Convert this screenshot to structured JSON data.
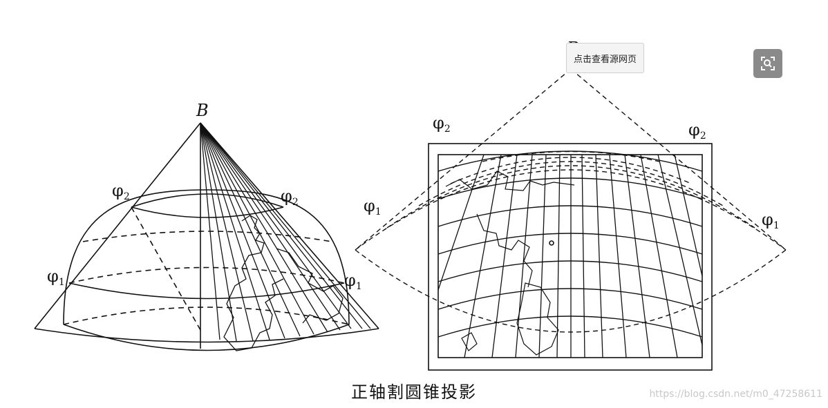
{
  "caption": "正轴割圆锥投影",
  "watermark": "https://blog.csdn.net/m0_47258611",
  "overlay": {
    "view_source_label": "点击查看源网页",
    "lens_icon": "search-lens-icon"
  },
  "labels": {
    "apex": "B",
    "phi": "φ",
    "sub1": "1",
    "sub2": "2"
  },
  "colors": {
    "line": "#111111",
    "overlay_button": "#8a8a8a"
  }
}
